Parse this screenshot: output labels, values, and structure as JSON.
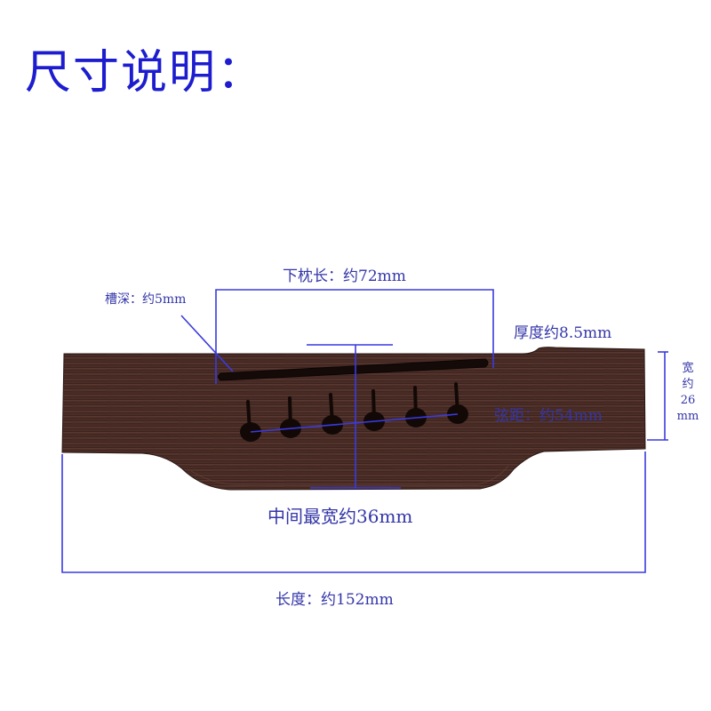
{
  "page": {
    "title": "尺寸说明："
  },
  "annotations": {
    "saddle_length": "下枕长：约72mm",
    "slot_depth": "槽深：约5mm",
    "thickness": "厚度约8.5mm",
    "width_lines": [
      "宽",
      "约",
      "26",
      "mm"
    ],
    "string_spacing": "弦距：约54mm",
    "center_width": "中间最宽约36mm",
    "total_length": "长度：约152mm"
  },
  "colors": {
    "title": "#1d1dcf",
    "label_text": "#3436a8",
    "dimension_line": "#3a3adf",
    "wood": "#4a2b24"
  },
  "icons": {
    "bridge": "guitar-bridge-rosewood",
    "pin_holes": 6
  }
}
